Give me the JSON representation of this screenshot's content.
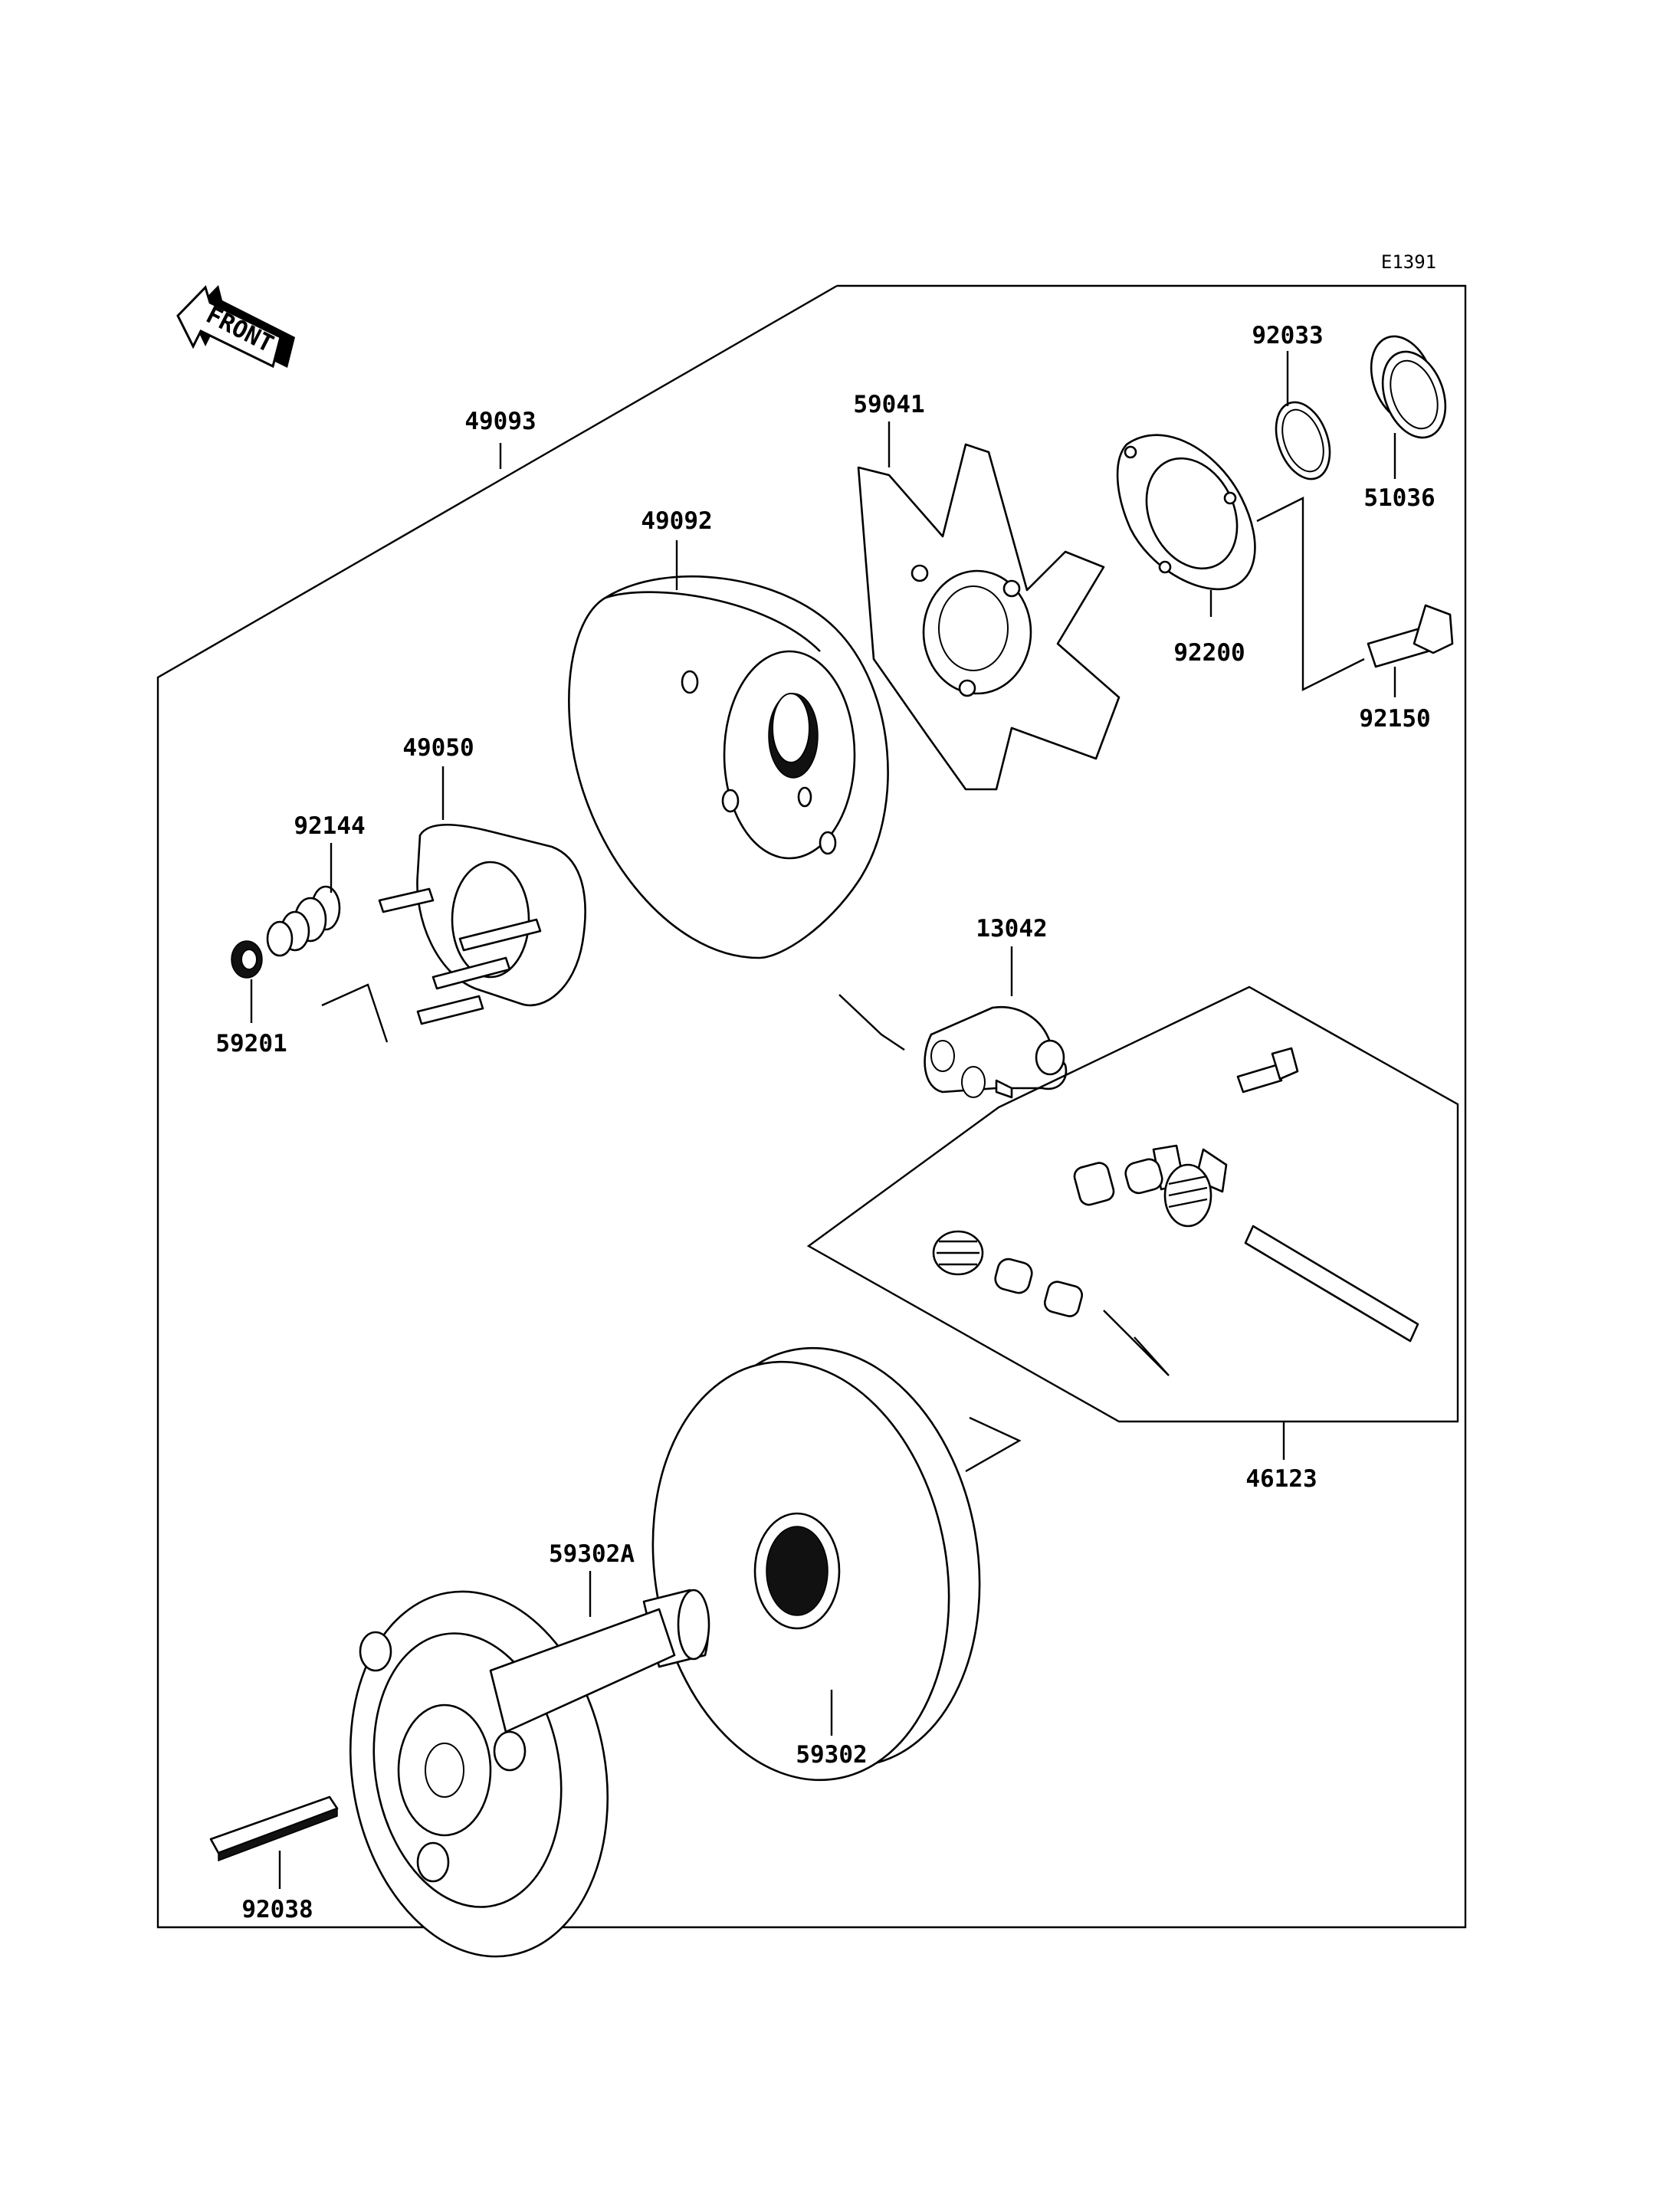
{
  "diagram_code": "E1391",
  "front_arrow": {
    "text": "FRONT",
    "icon": "front-direction-arrow"
  },
  "parts": [
    {
      "id": "49093",
      "label": "49093"
    },
    {
      "id": "49092",
      "label": "49092"
    },
    {
      "id": "59041",
      "label": "59041"
    },
    {
      "id": "92033",
      "label": "92033"
    },
    {
      "id": "51036",
      "label": "51036"
    },
    {
      "id": "92200",
      "label": "92200"
    },
    {
      "id": "92150",
      "label": "92150"
    },
    {
      "id": "49050",
      "label": "49050"
    },
    {
      "id": "92144",
      "label": "92144"
    },
    {
      "id": "59201",
      "label": "59201"
    },
    {
      "id": "13042",
      "label": "13042"
    },
    {
      "id": "46123",
      "label": "46123"
    },
    {
      "id": "59302A",
      "label": "59302A"
    },
    {
      "id": "59302",
      "label": "59302"
    },
    {
      "id": "92038",
      "label": "92038"
    }
  ]
}
